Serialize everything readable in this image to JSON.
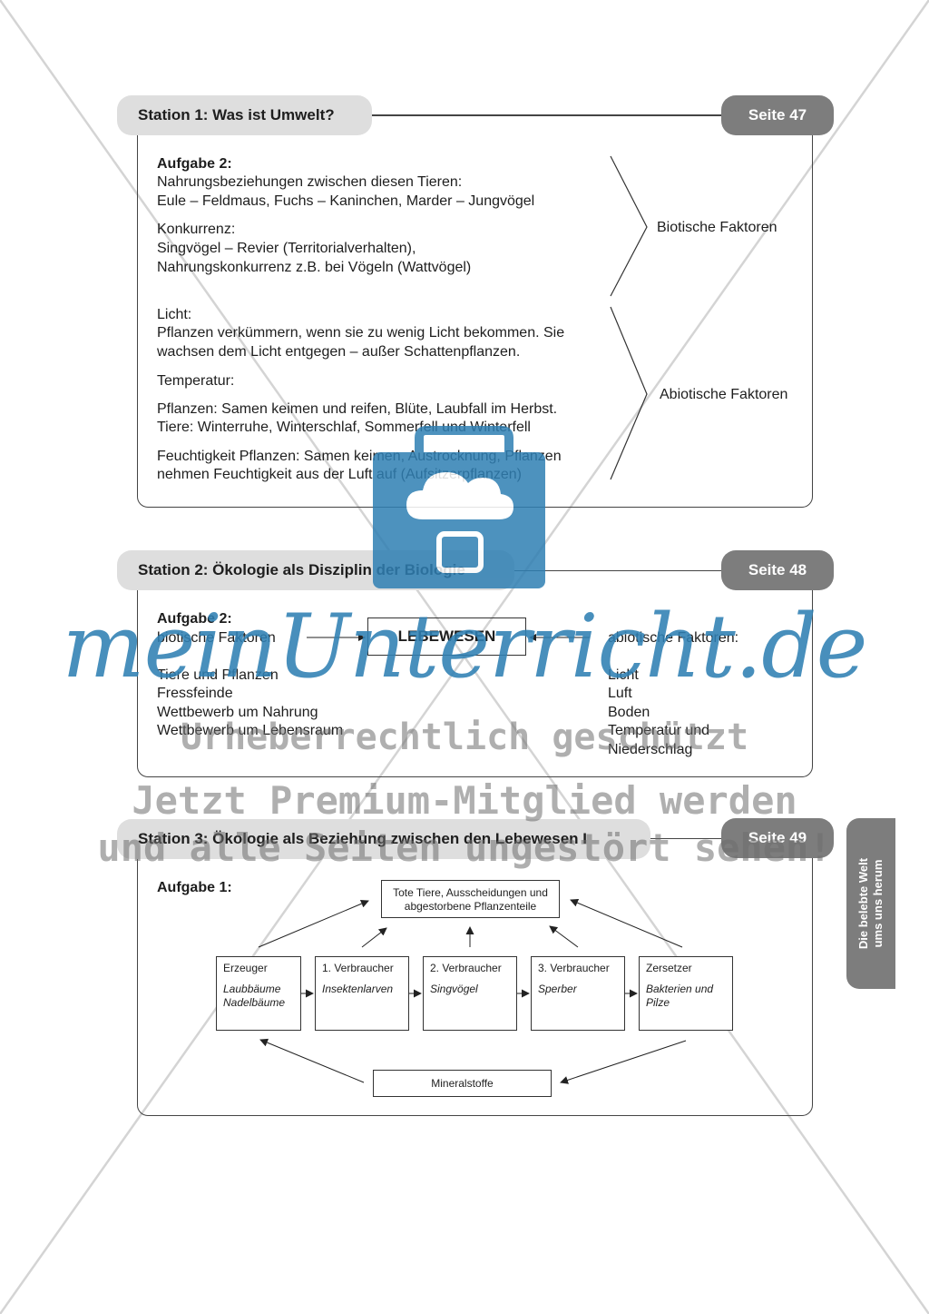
{
  "colors": {
    "header_bg": "#dedede",
    "seite_bg": "#7d7d7d",
    "watermark_blue": "#2f7fb3"
  },
  "station1": {
    "title": "Station 1: Was ist Umwelt?",
    "seite": "Seite 47",
    "aufgabe": "Aufgabe 2:",
    "lines_a": [
      "Nahrungsbeziehungen zwischen diesen Tieren:",
      "Eule – Feldmaus, Fuchs – Kaninchen, Marder – Jungvögel"
    ],
    "konkurrenz": [
      "Konkurrenz:",
      "Singvögel – Revier (Territorialverhalten),",
      "Nahrungskonkurrenz z.B. bei Vögeln (Wattvögel)"
    ],
    "licht": [
      "Licht:",
      "Pflanzen verkümmern, wenn sie zu wenig Licht bekommen. Sie",
      "wachsen dem Licht entgegen – außer Schattenpflanzen."
    ],
    "temperatur": "Temperatur:",
    "temp_lines": [
      "Pflanzen: Samen keimen und reifen, Blüte, Laubfall im Herbst.",
      "Tiere: Winterruhe, Winterschlaf, Sommerfell und Winterfell"
    ],
    "feuchtigkeit": [
      "Feuchtigkeit Pflanzen: Samen keimen, Austrocknung, Pflanzen",
      "nehmen Feuchtigkeit aus der Luft auf (Aufsitzerpflanzen)"
    ],
    "biotische": "Biotische Faktoren",
    "abiotische": "Abiotische Faktoren"
  },
  "station2": {
    "title": "Station 2: Ökologie als Disziplin der Biologie",
    "seite": "Seite 48",
    "aufgabe": "Aufgabe 2:",
    "left_header": "biotische Faktoren",
    "center": "LEBEWESEN",
    "right_header": "abiotische Faktoren:",
    "left_items": [
      "Tiere und Pflanzen",
      "Fressfeinde",
      "Wettbewerb um Nahrung",
      "Wettbewerb um Lebensraum"
    ],
    "right_items": [
      "Licht",
      "Luft",
      "Boden",
      "Temperatur und",
      "Niederschlag"
    ]
  },
  "station3": {
    "title": "Station 3: Ökologie als Beziehung zwischen den Lebewesen I",
    "seite": "Seite 49",
    "aufgabe": "Aufgabe 1:",
    "top_box": [
      "Tote Tiere, Ausscheidungen und",
      "abgestorbene Pflanzenteile"
    ],
    "nodes": [
      {
        "head": "Erzeuger",
        "items": [
          "Laubbäume",
          "Nadelbäume"
        ]
      },
      {
        "head": "1. Verbraucher",
        "items": [
          "Insektenlarven"
        ]
      },
      {
        "head": "2. Verbraucher",
        "items": [
          "Singvögel"
        ]
      },
      {
        "head": "3. Verbraucher",
        "items": [
          "Sperber"
        ]
      },
      {
        "head": "Zersetzer",
        "items": [
          "Bakterien und",
          "Pilze"
        ]
      }
    ],
    "bottom_box": "Mineralstoffe"
  },
  "side_tab": [
    "Die belebte Welt",
    "ums uns herum"
  ],
  "watermark": {
    "logo": "meinUnterricht.de",
    "line1": "Urheberrechtlich geschützt",
    "line2": "Jetzt Premium-Mitglied werden",
    "line3": "und alle Seiten ungestört sehen!"
  }
}
